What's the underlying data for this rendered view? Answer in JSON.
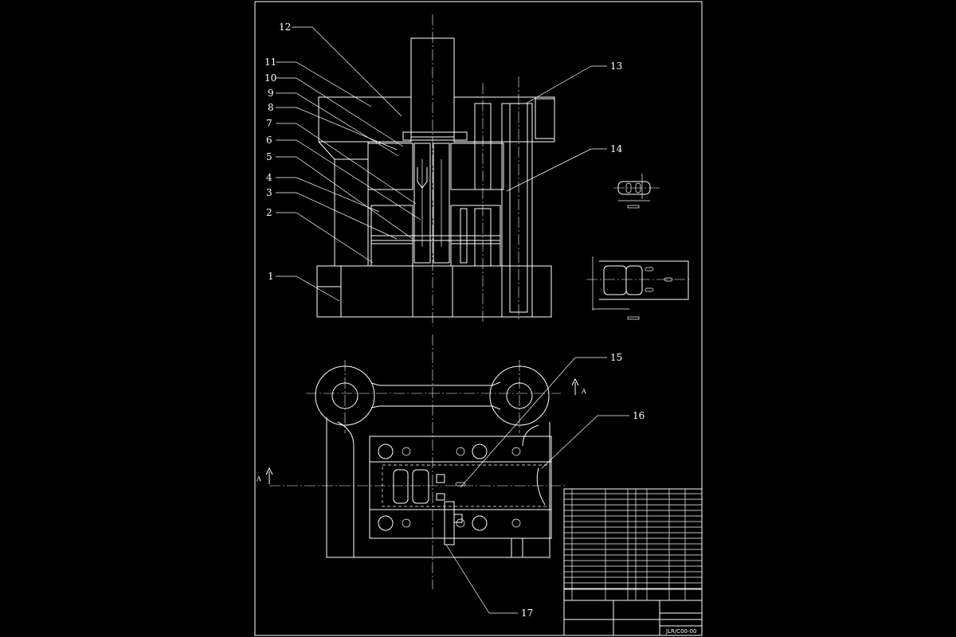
{
  "callouts": [
    {
      "num": "1"
    },
    {
      "num": "2"
    },
    {
      "num": "3"
    },
    {
      "num": "4"
    },
    {
      "num": "5"
    },
    {
      "num": "6"
    },
    {
      "num": "7"
    },
    {
      "num": "8"
    },
    {
      "num": "9"
    },
    {
      "num": "10"
    },
    {
      "num": "11"
    },
    {
      "num": "12"
    },
    {
      "num": "13"
    },
    {
      "num": "14"
    },
    {
      "num": "15"
    },
    {
      "num": "16"
    },
    {
      "num": "17"
    }
  ],
  "section_marks": {
    "left": "A",
    "right": "A"
  },
  "title_block": {
    "drawing_number": "JLR/C00-00"
  },
  "colors": {
    "background": "#000000",
    "line": "#ffffff"
  }
}
